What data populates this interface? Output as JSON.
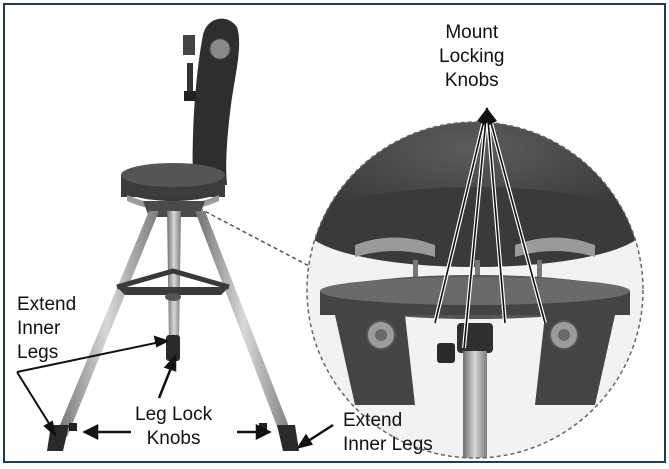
{
  "labels": {
    "mount_locking_knobs": "Mount\nLocking\nKnobs",
    "extend_inner_legs_left": "Extend\nInner\nLegs",
    "leg_lock_knobs": "Leg Lock\nKnobs",
    "extend_inner_legs_right": "Extend\nInner Legs"
  }
}
